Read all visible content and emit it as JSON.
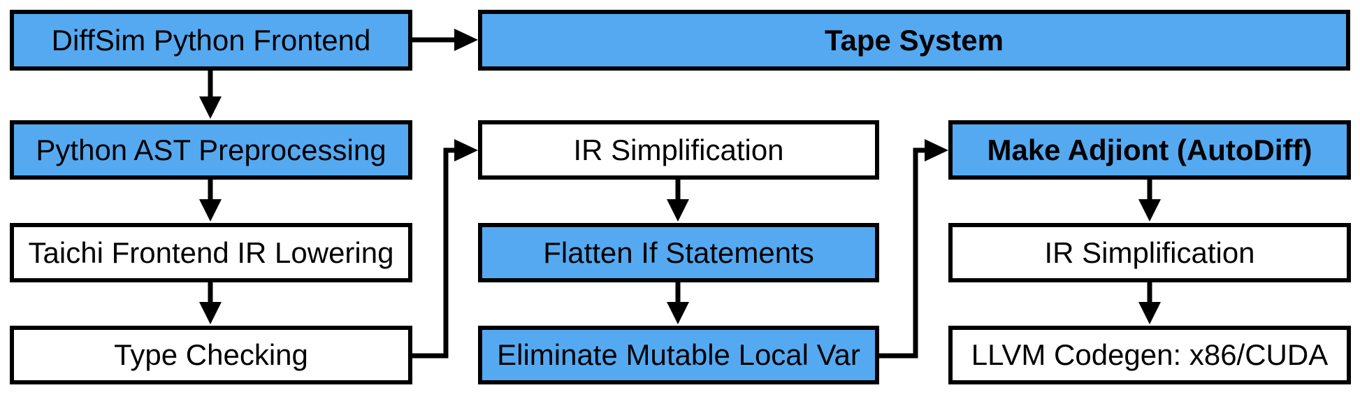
{
  "diagram": {
    "title_hint": "DiffSim / Taichi compilation pipeline flowchart",
    "colors": {
      "node_blue": "#55a9f1",
      "node_white": "#ffffff",
      "border": "#000000",
      "arrow": "#000000",
      "text": "#000000"
    },
    "nodes": [
      {
        "id": "diffsim",
        "label": "DiffSim Python Frontend",
        "fill": "blue",
        "bold": false
      },
      {
        "id": "tape",
        "label": "Tape System",
        "fill": "blue",
        "bold": true
      },
      {
        "id": "python-ast",
        "label": "Python AST Preprocessing",
        "fill": "blue",
        "bold": false
      },
      {
        "id": "irsimpl-mid",
        "label": "IR Simplification",
        "fill": "white",
        "bold": false
      },
      {
        "id": "make-adjiont",
        "label": "Make Adjiont (AutoDiff)",
        "fill": "blue",
        "bold": true
      },
      {
        "id": "taichi",
        "label": "Taichi Frontend IR Lowering",
        "fill": "white",
        "bold": false
      },
      {
        "id": "flatten",
        "label": "Flatten If Statements",
        "fill": "blue",
        "bold": false
      },
      {
        "id": "irsimpl-right",
        "label": "IR Simplification",
        "fill": "white",
        "bold": false
      },
      {
        "id": "type-checking",
        "label": "Type Checking",
        "fill": "white",
        "bold": false
      },
      {
        "id": "eliminate",
        "label": "Eliminate Mutable Local Var",
        "fill": "blue",
        "bold": false
      },
      {
        "id": "llvm",
        "label": "LLVM Codegen: x86/CUDA",
        "fill": "white",
        "bold": false
      }
    ],
    "edges": [
      {
        "from": "DiffSim Python Frontend",
        "to": "Tape System"
      },
      {
        "from": "DiffSim Python Frontend",
        "to": "Python AST Preprocessing"
      },
      {
        "from": "Python AST Preprocessing",
        "to": "Taichi Frontend IR Lowering"
      },
      {
        "from": "Taichi Frontend IR Lowering",
        "to": "Type Checking"
      },
      {
        "from": "Type Checking",
        "to": "IR Simplification"
      },
      {
        "from": "IR Simplification",
        "to": "Flatten If Statements"
      },
      {
        "from": "Flatten If Statements",
        "to": "Eliminate Mutable Local Var"
      },
      {
        "from": "Eliminate Mutable Local Var",
        "to": "Make Adjiont (AutoDiff)"
      },
      {
        "from": "Make Adjiont (AutoDiff)",
        "to": "IR Simplification"
      },
      {
        "from": "IR Simplification",
        "to": "LLVM Codegen: x86/CUDA"
      }
    ]
  }
}
